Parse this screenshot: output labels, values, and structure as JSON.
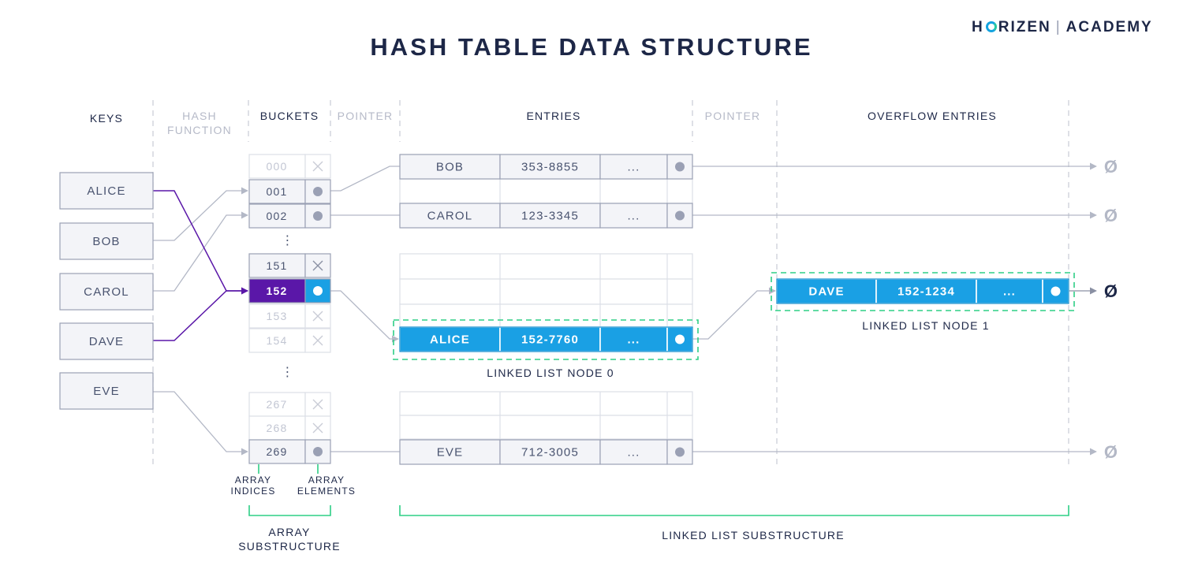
{
  "brand": {
    "part1": "H",
    "part2": "RIZEN",
    "part3": "ACADEMY"
  },
  "title": "HASH TABLE DATA STRUCTURE",
  "columns": {
    "keys": "KEYS",
    "hash_function_1": "HASH",
    "hash_function_2": "FUNCTION",
    "buckets": "BUCKETS",
    "pointer_1": "POINTER",
    "entries": "ENTRIES",
    "pointer_2": "POINTER",
    "overflow_entries": "OVERFLOW ENTRIES"
  },
  "keys": [
    "ALICE",
    "BOB",
    "CAROL",
    "DAVE",
    "EVE"
  ],
  "buckets": [
    {
      "index": "000",
      "state": "empty"
    },
    {
      "index": "001",
      "state": "filled"
    },
    {
      "index": "002",
      "state": "filled"
    },
    {
      "index": "151",
      "state": "empty"
    },
    {
      "index": "152",
      "state": "highlight"
    },
    {
      "index": "153",
      "state": "empty"
    },
    {
      "index": "154",
      "state": "empty"
    },
    {
      "index": "267",
      "state": "empty"
    },
    {
      "index": "268",
      "state": "empty"
    },
    {
      "index": "269",
      "state": "filled"
    }
  ],
  "ellipsis_vertical": "⋮",
  "entries": [
    {
      "name": "BOB",
      "phone": "353-8855",
      "more": "..."
    },
    {
      "name": "CAROL",
      "phone": "123-3345",
      "more": "..."
    },
    {
      "name": "ALICE",
      "phone": "152-7760",
      "more": "..."
    },
    {
      "name": "EVE",
      "phone": "712-3005",
      "more": "..."
    }
  ],
  "overflow": {
    "name": "DAVE",
    "phone": "152-1234",
    "more": "..."
  },
  "null_symbol": "Ø",
  "labels": {
    "node0": "LINKED LIST NODE 0",
    "node1": "LINKED LIST NODE 1",
    "array_indices_1": "ARRAY",
    "array_indices_2": "INDICES",
    "array_elements_1": "ARRAY",
    "array_elements_2": "ELEMENTS",
    "array_sub_1": "ARRAY",
    "array_sub_2": "SUBSTRUCTURE",
    "linked_list_sub": "LINKED LIST SUBSTRUCTURE"
  },
  "colors": {
    "navy": "#1d2747",
    "text": "#4a5470",
    "faded_text": "#c2c6d3",
    "border": "#9aa0b4",
    "faded_border": "#dcdfe7",
    "cell_bg": "#f3f4f8",
    "blue": "#1aa0e4",
    "purple": "#5a17a8",
    "green": "#2ecf86",
    "dashed": "#c9ccd6"
  }
}
